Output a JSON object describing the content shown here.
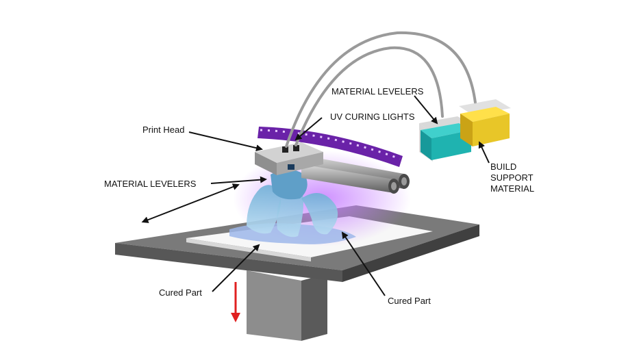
{
  "diagram": {
    "labels": {
      "material_levelers_top": "MATERIAL LEVELERS",
      "uv_curing_lights": "UV CURING LIGHTS",
      "print_head": "Print Head",
      "material_levelers_left": "MATERIAL LEVELERS",
      "build": "BUILD",
      "support": "SUPPORT",
      "material": "MATERIAL",
      "cured_part_left": "Cured Part",
      "cured_part_right": "Cured Part"
    },
    "colors": {
      "build_material": "#1fb3b0",
      "support_material": "#e8c628",
      "uv_light": "#9b3fe0",
      "platform": "#6e6e6e",
      "cured_part": "#9fc8e8",
      "down_arrow": "#e02020"
    }
  }
}
